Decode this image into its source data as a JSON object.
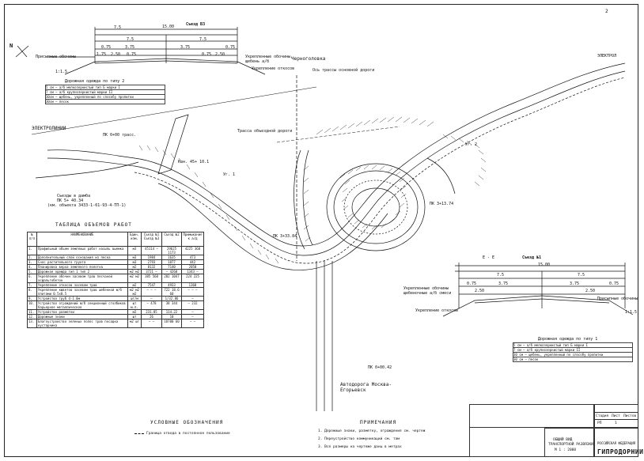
{
  "sheet_mark": "2",
  "labels": {
    "north": "N",
    "electric_line_left": "ЭЛЕКТРОЛИНИИ",
    "electric_line_right": "ЭЛЕКТРОЛ",
    "chernogolovka": "Черноголовка",
    "main_road_axis": "Ось трассы основной дороги",
    "connecting_road": "Трасса объездной дороги",
    "highway": "Автодорога Москва-",
    "highway2": "Егорьевск",
    "pk_left": "ПК 0+00 трасс.",
    "pk_center": "ПК 3+33.84",
    "pk_bottom": "ПК 0+00.42",
    "pk_right": "ПК 3+13.74",
    "curve1": "Уг. 1",
    "curve2": "Уг. 2",
    "joint": "Съезды в дамба",
    "joint2": "ПК 5+ 40.34",
    "joint3": "(км. объекта 3433-1-61-93-4-ТП-1)",
    "coord1": "Кон. 45+ 10.1"
  },
  "section_top": {
    "title": "Съезд В3",
    "width_total": "15.00",
    "half_left": "7.5",
    "half_right": "7.5",
    "dims": [
      "0.75",
      "3.75",
      "3.75",
      "0.75",
      "1.75",
      "2.50",
      "0.75",
      "0.75",
      "2.50"
    ],
    "slope_left": "1:1.5",
    "label_shoulder_left": "Присыпные обочины",
    "label_right_1": "Укрепленные обочины",
    "label_right_2": "щебень а/б",
    "label_right_3": "Укрепление откосов",
    "legend_title": "Дорожная одежда по типу 2",
    "legend": [
      "5 см — а/б мелкозернистый тип Б марки I",
      "7 см — а/б крупнозернистый марки II",
      "30см — щебень, укрепленный по способу пропитки",
      "30см — песок"
    ]
  },
  "section_right": {
    "title": "Съезд №1",
    "section_mark": "Е - Е",
    "width_total": "15.00",
    "half_left": "7.5",
    "half_right": "7.5",
    "dims": [
      "0.75",
      "3.75",
      "3.75",
      "0.75",
      "2.50",
      "2.50"
    ],
    "slope_right": "1:1.5",
    "label_1": "Укрепленные обочины",
    "label_2": "щебеночные а/б смеси",
    "label_3": "Укрепление откосов",
    "label_right": "Присыпные обочины",
    "legend_title": "Дорожная одежда по типу 1",
    "legend": [
      "5 см — а/б мелкозернистый тип Б марки I",
      "7 см — а/б крупнозернистый марки II",
      "30 см — щебень, укрепленный по способу пропитки",
      "30 см — песок"
    ]
  },
  "table": {
    "title": "ТАБЛИЦА ОБЪЕМОВ РАБОТ",
    "headers": [
      "№ п/п",
      "НАИМЕНОВАНИЕ",
      "Един. изм.",
      "Съезд №1 Съезд №3",
      "Съезд №2",
      "Примыкание к а/д"
    ],
    "rows": [
      [
        "1.",
        "Профильный объем земляных работ насыпь выемка",
        "м3",
        "45114 —",
        "29625 1173",
        "4225 368"
      ],
      [
        "2.",
        "Дополнительный слой основания из песка",
        "м3",
        "1984",
        "1635",
        "473"
      ],
      [
        "3.",
        "Снос растительного грунта",
        "м3",
        "2793",
        "1877",
        "442"
      ],
      [
        "4.",
        "Планировка верха земляного полотна",
        "м2",
        "8132",
        "7140",
        "2050"
      ],
      [
        "5.",
        "Дорожная одежда тип 1 тип 2",
        "м2 м2",
        "3721 —",
        "— 4268",
        "1343 —"
      ],
      [
        "6.",
        "Укрепление обочин засевом трав песчаной асфальтобетон",
        "м2 м2",
        "385 568",
        "282 1047",
        "224 225"
      ],
      [
        "7.",
        "Укрепление откосов засевом трав",
        "м2",
        "7547",
        "4933",
        "1368"
      ],
      [
        "8.",
        "Укрепление кюветов засевом трав шебенкой ж/б плитами 0.5х0.5",
        "м2 м2 м2",
        "— — —",
        "722 18.6 60",
        "— — —"
      ],
      [
        "9.",
        "Устройство труб d-1.0м",
        "шт/м",
        "—",
        "1/32.86",
        "—"
      ],
      [
        "10.",
        "Устройство ограждений ж/б секционный столбиков барьерное металлическое",
        "шт м.п.",
        "— 478",
        "38 344",
        "— 232"
      ],
      [
        "11.",
        "Устройство разметки",
        "м2",
        "231.85",
        "114.22",
        "—"
      ],
      [
        "12.",
        "Дорожные знаки",
        "шт",
        "26",
        "10",
        "—"
      ],
      [
        "13.",
        "Благоустройство зеленых полос трав посадка кустарника",
        "м2 шт",
        "— —",
        "18700 60",
        "— —"
      ]
    ]
  },
  "legend_block": {
    "title": "УСЛОВНЫЕ ОБОЗНАЧЕНИЯ",
    "item": "Граница отвода в постоянное пользование"
  },
  "notes": {
    "title": "ПРИМЕЧАНИЯ",
    "items": [
      "1. Дорожные знаки, разметку, ограждения см. чертеж",
      "2. Переустройство коммуникаций см. там",
      "3. Все размеры на чертеже даны в метрах"
    ]
  },
  "stamp": {
    "col1": "Стадия",
    "col2": "Лист",
    "col3": "Листов",
    "stage": "РП",
    "sheet": "1",
    "sheets": "",
    "title1": "ОБЩИЙ ВИД",
    "title2": "ТРАНСПОРТНОЙ РАЗВЯЗКИ",
    "title3": "М 1 : 2000",
    "org1": "РОССИЙСКАЯ ФЕДЕРАЦИЯ",
    "org2": "ГИПРОДОРНИИ"
  }
}
